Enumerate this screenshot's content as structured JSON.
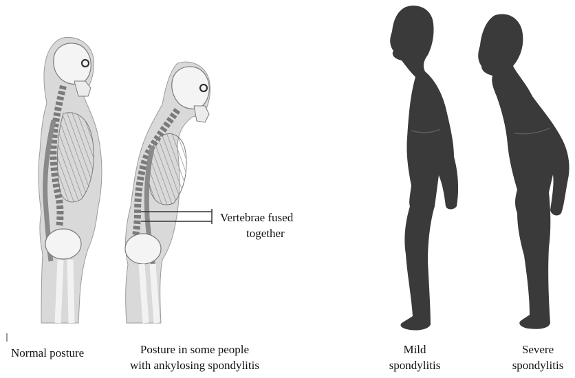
{
  "figures": {
    "normal": {
      "caption": [
        "Normal posture"
      ]
    },
    "as_posture": {
      "caption": [
        "Posture in some people",
        "with ankylosing spondylitis"
      ]
    },
    "mild": {
      "caption": [
        "Mild",
        "spondylitis"
      ]
    },
    "severe": {
      "caption": [
        "Severe",
        "spondylitis"
      ]
    }
  },
  "annotation": {
    "lines": [
      "Vertebrae fused",
      "together"
    ]
  },
  "colors": {
    "body_fill": "#d9d9d9",
    "bone_fill": "#f4f4f4",
    "bone_stroke": "#7a7a7a",
    "silhouette": "#3a3a3a",
    "silhouette_line": "#5c5c5c"
  }
}
